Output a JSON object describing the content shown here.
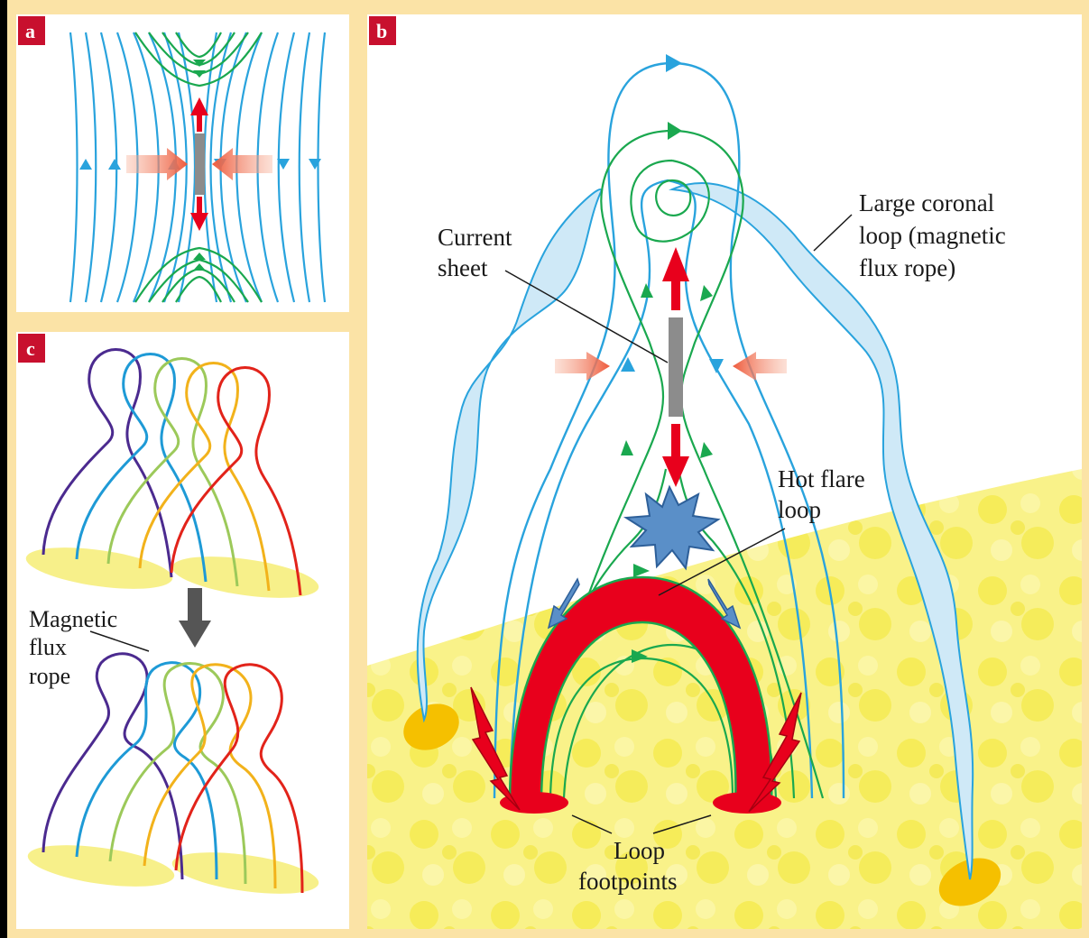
{
  "panels": {
    "a": {
      "tag": "a"
    },
    "b": {
      "tag": "b",
      "labels": {
        "current_sheet": [
          "Current",
          "sheet"
        ],
        "large_loop": [
          "Large coronal",
          "loop (magnetic",
          "flux rope)"
        ],
        "hot_flare": [
          "Hot flare",
          "loop"
        ],
        "footpoints": [
          "Loop",
          "footpoints"
        ]
      }
    },
    "c": {
      "tag": "c",
      "labels": {
        "flux_rope": [
          "Magnetic",
          "flux",
          "rope"
        ]
      }
    }
  },
  "colors": {
    "background": "#000000",
    "frame": "#fbe3a6",
    "panel_bg": "#ffffff",
    "tag_bg": "#c8102e",
    "field_blue": "#29a3dd",
    "field_green": "#1aa84f",
    "flare_red": "#e8001c",
    "sheet_gray": "#8c8c8c",
    "photosphere": "#f6ee5a",
    "spark_blue": "#5a8fc8",
    "strand_colors": [
      "#4b2a8f",
      "#1e9ad6",
      "#9cc95a",
      "#f2b21b",
      "#e2231a"
    ]
  }
}
